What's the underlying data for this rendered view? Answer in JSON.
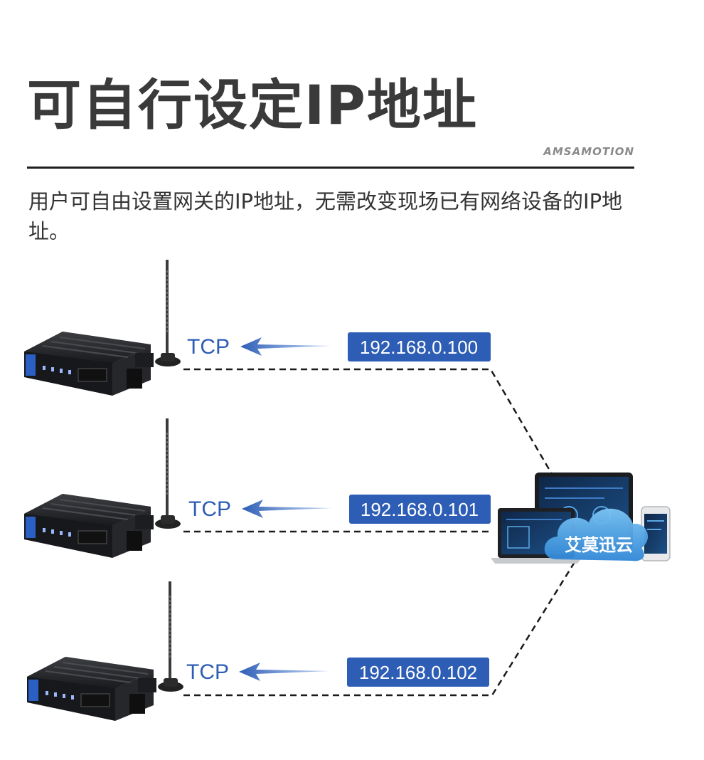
{
  "header": {
    "title": "可自行设定IP地址",
    "brand": "AMSAMOTION",
    "description": "用户可自由设置网关的IP地址，无需改变现场已有网络设备的IP地址。"
  },
  "diagram": {
    "protocol_label": "TCP",
    "cloud_label": "艾莫迅云",
    "gateways": [
      {
        "ip": "192.168.0.100"
      },
      {
        "ip": "192.168.0.101"
      },
      {
        "ip": "192.168.0.102"
      }
    ]
  },
  "colors": {
    "accent": "#2d5db5",
    "arrow": "#3567c4",
    "title": "#3a3a3a",
    "cloud": "#4a9fe0"
  }
}
